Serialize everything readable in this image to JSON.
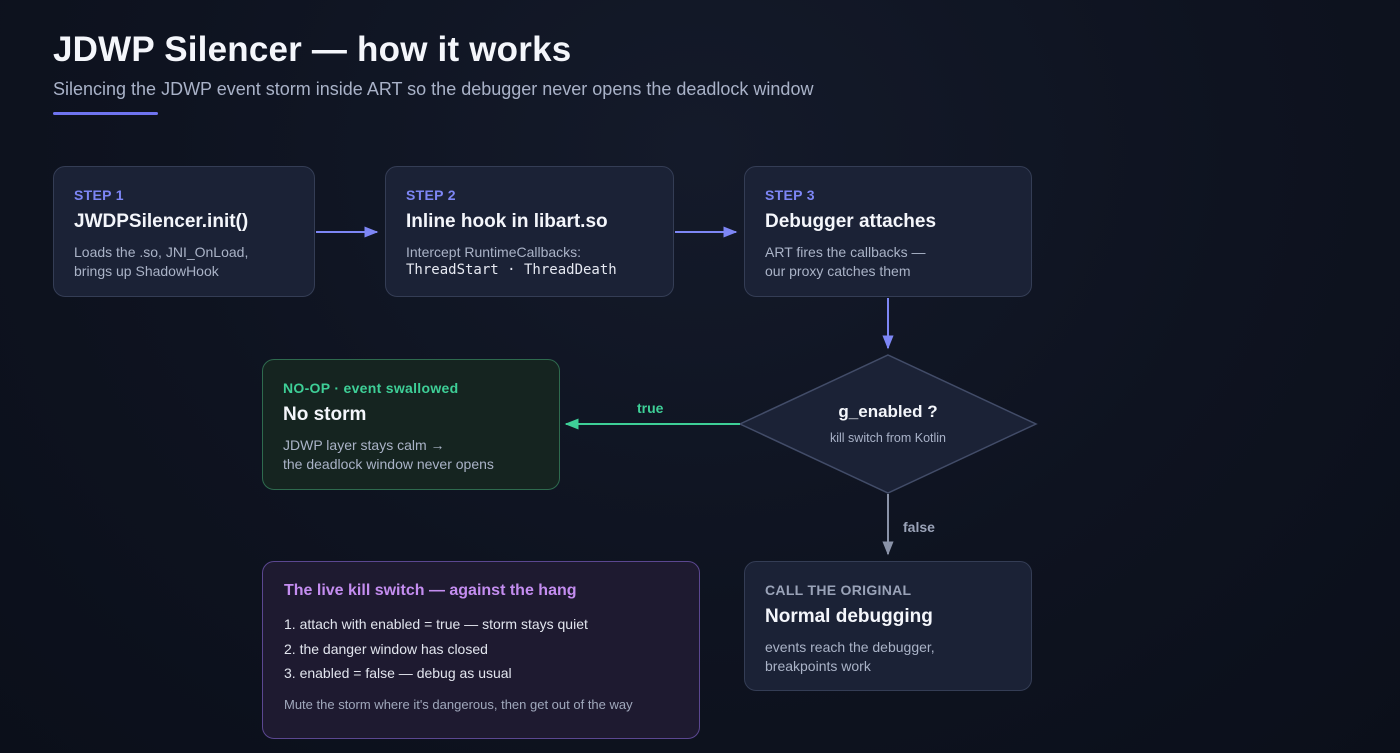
{
  "header": {
    "title": "JDWP Silencer — how it works",
    "subtitle": "Silencing the JDWP event storm inside ART so the debugger never opens the deadlock window"
  },
  "steps": [
    {
      "label": "STEP 1",
      "title": "JWDPSilencer.init()",
      "desc_line1": "Loads the .so, JNI_OnLoad,",
      "desc_line2": "brings up ShadowHook"
    },
    {
      "label": "STEP 2",
      "title": "Inline hook in libart.so",
      "desc_line1": "Intercept RuntimeCallbacks:",
      "code": "ThreadStart · ThreadDeath"
    },
    {
      "label": "STEP 3",
      "title": "Debugger attaches",
      "desc_line1": "ART fires the callbacks —",
      "desc_line2": "our proxy catches them"
    }
  ],
  "decision": {
    "title": "g_enabled ?",
    "subtitle": "kill switch from Kotlin"
  },
  "branches": {
    "true_label": "true",
    "false_label": "false"
  },
  "noop": {
    "label": "NO-OP · event swallowed",
    "title": "No storm",
    "desc_line1": "JDWP layer stays calm →",
    "desc_line2": "the deadlock window never opens"
  },
  "original": {
    "label": "CALL THE ORIGINAL",
    "title": "Normal debugging",
    "desc_line1": "events reach the debugger,",
    "desc_line2": "breakpoints work"
  },
  "kill_switch": {
    "title": "The live kill switch — against the hang",
    "items": [
      "1. attach with enabled = true — storm stays quiet",
      "2. the danger window has closed",
      "3. enabled = false — debug as usual"
    ],
    "footer": "Mute the storm where it's dangerous, then get out of the way"
  },
  "colors": {
    "accent": "#7d86f5",
    "success": "#3ecf97",
    "purple": "#c48df0",
    "muted_arrow": "#8a93a8",
    "background": "#0e1320"
  }
}
